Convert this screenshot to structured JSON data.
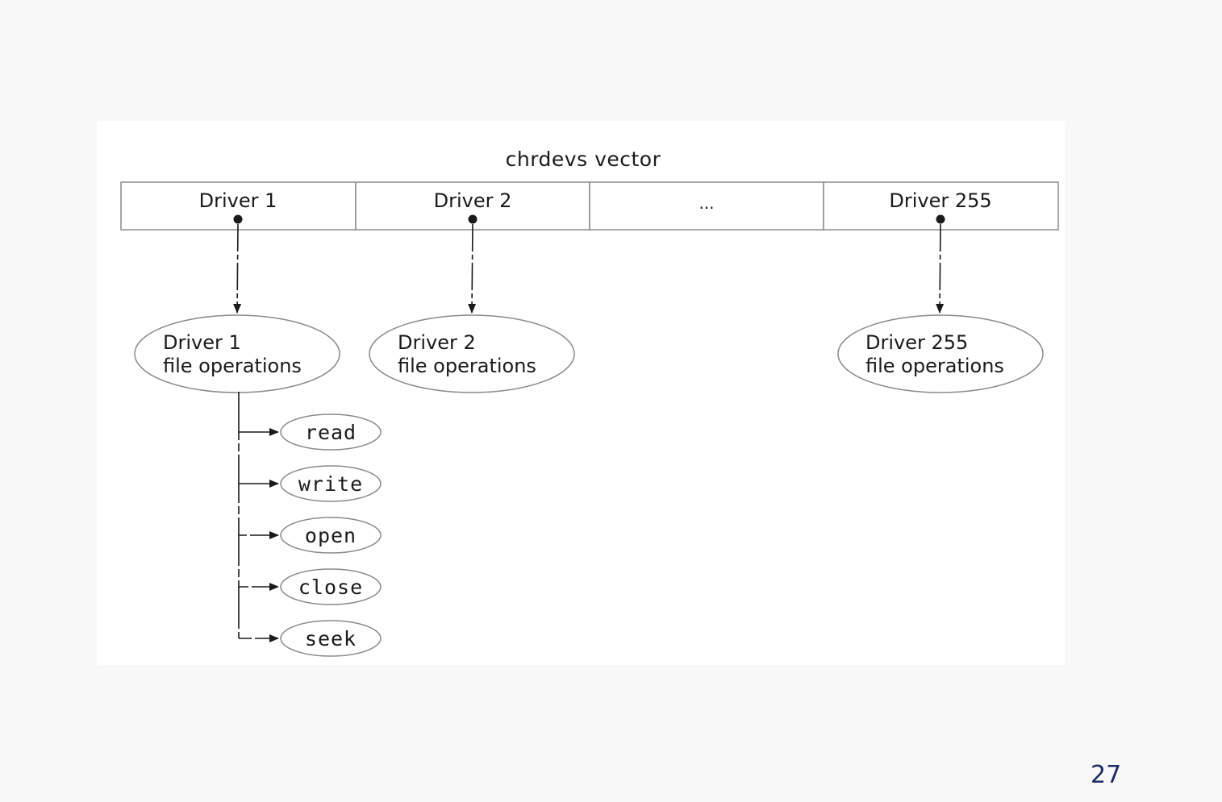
{
  "diagram": {
    "title": "chrdevs vector",
    "vector_cells": [
      "Driver 1",
      "Driver 2",
      "...",
      "Driver 255"
    ],
    "file_ops_nodes": [
      {
        "line1": "Driver 1",
        "line2": "file operations"
      },
      {
        "line1": "Driver 2",
        "line2": "file operations"
      },
      {
        "line1": "Driver 255",
        "line2": "file operations"
      }
    ],
    "operations": [
      "read",
      "write",
      "open",
      "close",
      "seek"
    ]
  },
  "page_number": "27"
}
